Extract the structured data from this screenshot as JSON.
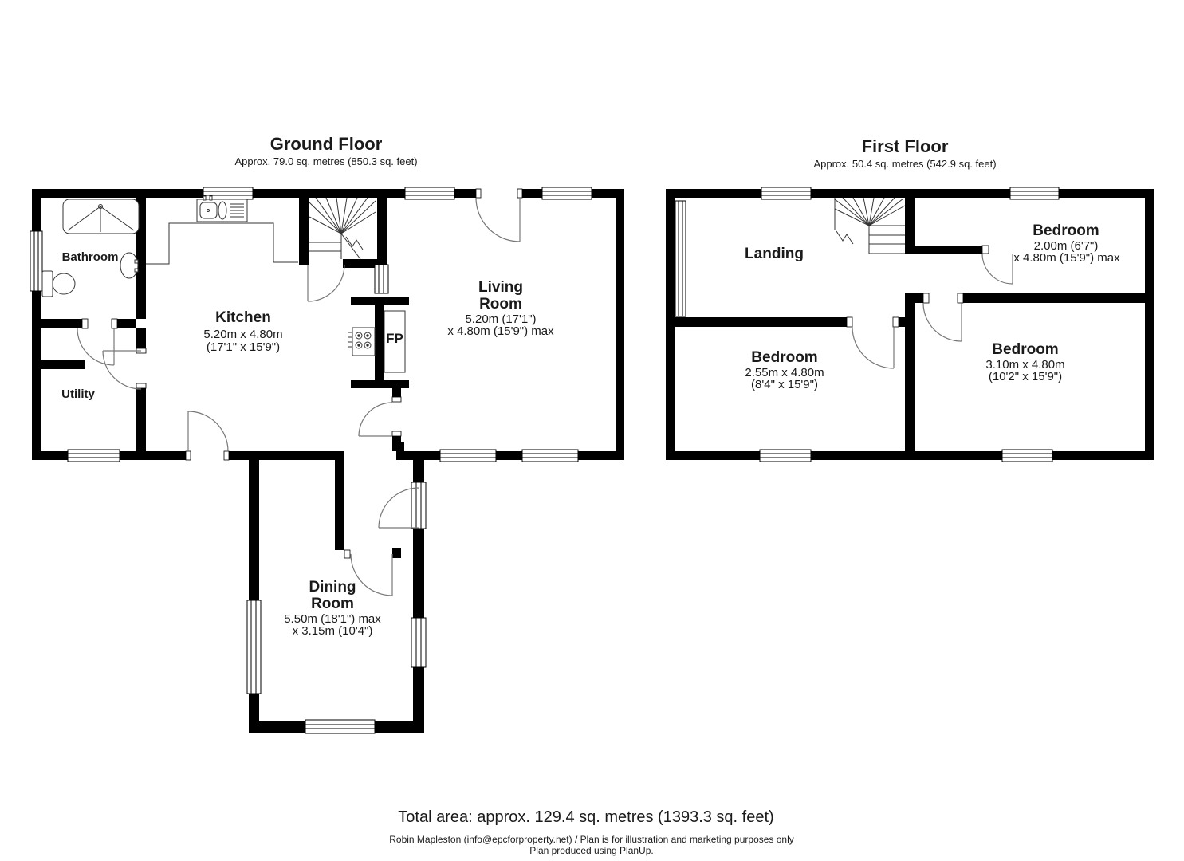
{
  "meta": {
    "wall_color": "#000000",
    "background": "#ffffff"
  },
  "ground_floor": {
    "title": "Ground Floor",
    "area": "Approx. 79.0 sq. metres (850.3 sq. feet)",
    "rooms": {
      "bathroom": {
        "name": "Bathroom"
      },
      "utility": {
        "name": "Utility"
      },
      "kitchen": {
        "name": "Kitchen",
        "dim_metric": "5.20m x 4.80m",
        "dim_imperial": "(17'1\" x 15'9\")"
      },
      "living_room": {
        "name_line1": "Living",
        "name_line2": "Room",
        "dim_line1": "5.20m (17'1\")",
        "dim_line2": "x 4.80m (15'9\") max"
      },
      "dining_room": {
        "name_line1": "Dining",
        "name_line2": "Room",
        "dim_line1": "5.50m (18'1\") max",
        "dim_line2": "x 3.15m (10'4\")"
      },
      "fireplace": {
        "label": "FP"
      }
    }
  },
  "first_floor": {
    "title": "First Floor",
    "area": "Approx. 50.4 sq. metres (542.9 sq. feet)",
    "rooms": {
      "landing": {
        "name": "Landing"
      },
      "bedroom_top_right": {
        "name": "Bedroom",
        "dim_line1": "2.00m (6'7\")",
        "dim_line2": "x 4.80m (15'9\") max"
      },
      "bedroom_bottom_left": {
        "name": "Bedroom",
        "dim_line1": "2.55m x 4.80m",
        "dim_line2": "(8'4\" x 15'9\")"
      },
      "bedroom_bottom_right": {
        "name": "Bedroom",
        "dim_line1": "3.10m x 4.80m",
        "dim_line2": "(10'2\" x 15'9\")"
      }
    }
  },
  "footer": {
    "total_area": "Total area: approx. 129.4 sq. metres (1393.3 sq. feet)",
    "credit": "Robin Mapleston (info@epcforproperty.net) / Plan is for illustration and marketing purposes only",
    "produced": "Plan produced using PlanUp."
  }
}
